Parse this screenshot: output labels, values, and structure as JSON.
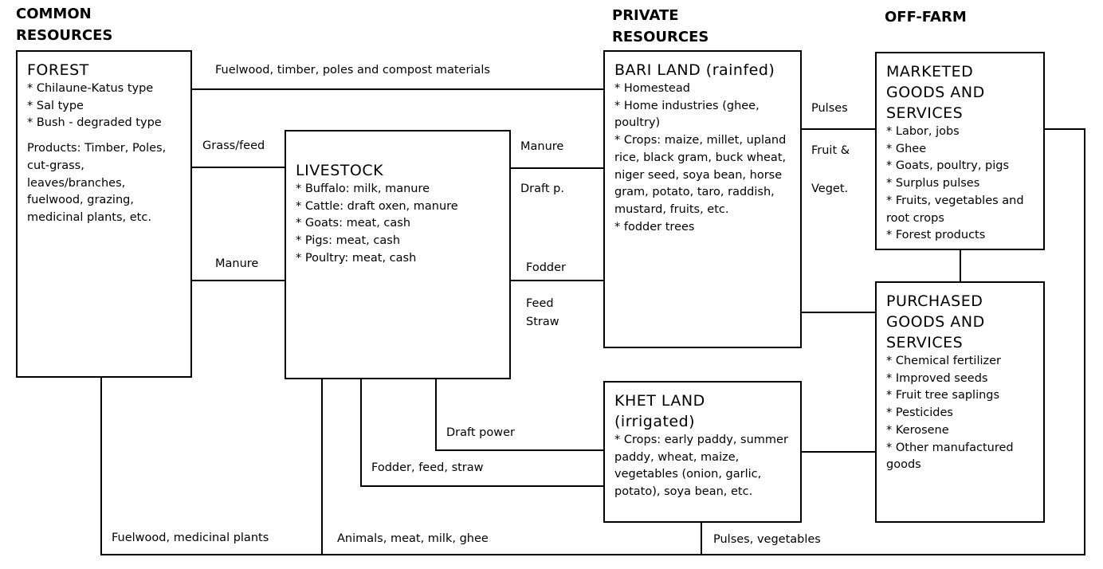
{
  "headers": {
    "common": "COMMON\nRESOURCES",
    "private": "PRIVATE\nRESOURCES",
    "offfarm": "OFF-FARM"
  },
  "boxes": {
    "forest": {
      "title": "FOREST",
      "items": [
        "* Chilaune-Katus type",
        "* Sal type",
        "* Bush - degraded type",
        "",
        "Products: Timber, Poles, cut-grass, leaves/branches, fuelwood, grazing, medicinal plants, etc."
      ]
    },
    "livestock": {
      "title": "LIVESTOCK",
      "items": [
        "* Buffalo: milk, manure",
        "* Cattle: draft oxen, manure",
        "* Goats: meat, cash",
        "* Pigs: meat, cash",
        "* Poultry: meat, cash"
      ]
    },
    "bari": {
      "title": "BARI LAND (rainfed)",
      "items": [
        "* Homestead",
        "* Home industries (ghee, poultry)",
        "* Crops: maize, millet, upland rice, black gram, buck wheat, niger seed, soya bean, horse gram, potato, taro, raddish, mustard, fruits, etc.",
        "* fodder trees"
      ]
    },
    "khet": {
      "title": "KHET LAND (irrigated)",
      "items": [
        "* Crops: early paddy, summer paddy, wheat, maize, vegetables (onion, garlic, potato), soya bean, etc."
      ]
    },
    "marketed": {
      "title": "MARKETED GOODS AND SERVICES",
      "items": [
        "* Labor, jobs",
        "* Ghee",
        "* Goats, poultry, pigs",
        "* Surplus pulses",
        "* Fruits, vegetables and root crops",
        "* Forest products"
      ]
    },
    "purchased": {
      "title": "PURCHASED GOODS AND SERVICES",
      "items": [
        "* Chemical fertilizer",
        "* Improved seeds",
        "* Fruit tree saplings",
        "* Pesticides",
        "* Kerosene",
        "* Other manufactured goods"
      ]
    }
  },
  "flows": {
    "fuelwood_timber": "Fuelwood, timber, poles and compost materials",
    "grass_feed": "Grass/feed",
    "manure_left": "Manure",
    "manure_right": "Manure",
    "draft_p": "Draft p.",
    "fodder": "Fodder",
    "feed_straw": "Feed\nStraw",
    "pulses": "Pulses",
    "fruit_veget": "Fruit &\n\nVeget.",
    "draft_power": "Draft power",
    "fodder_feed_straw": "Fodder, feed, straw",
    "fuelwood_medicinal": "Fuelwood, medicinal plants",
    "animals_meat": "Animals, meat, milk, ghee",
    "pulses_vegetables": "Pulses, vegetables"
  }
}
